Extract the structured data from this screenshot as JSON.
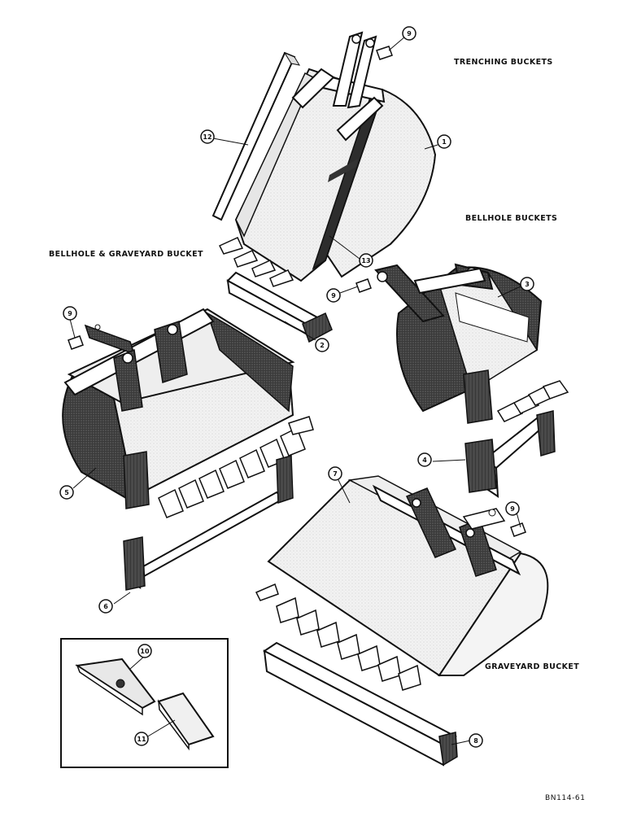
{
  "labels": {
    "trenching": "TRENCHING BUCKETS",
    "bellhole": "BELLHOLE BUCKETS",
    "bellhole_graveyard": "BELLHOLE & GRAVEYARD BUCKET",
    "graveyard": "GRAVEYARD BUCKET"
  },
  "callouts": {
    "c1": "1",
    "c2": "2",
    "c3": "3",
    "c4": "4",
    "c5": "5",
    "c6": "6",
    "c7": "7",
    "c8": "8",
    "c9a": "9",
    "c9b": "9",
    "c9c": "9",
    "c9d": "9",
    "c10": "10",
    "c11": "11",
    "c12": "12",
    "c13": "13"
  },
  "figure_id": "BN114-61"
}
